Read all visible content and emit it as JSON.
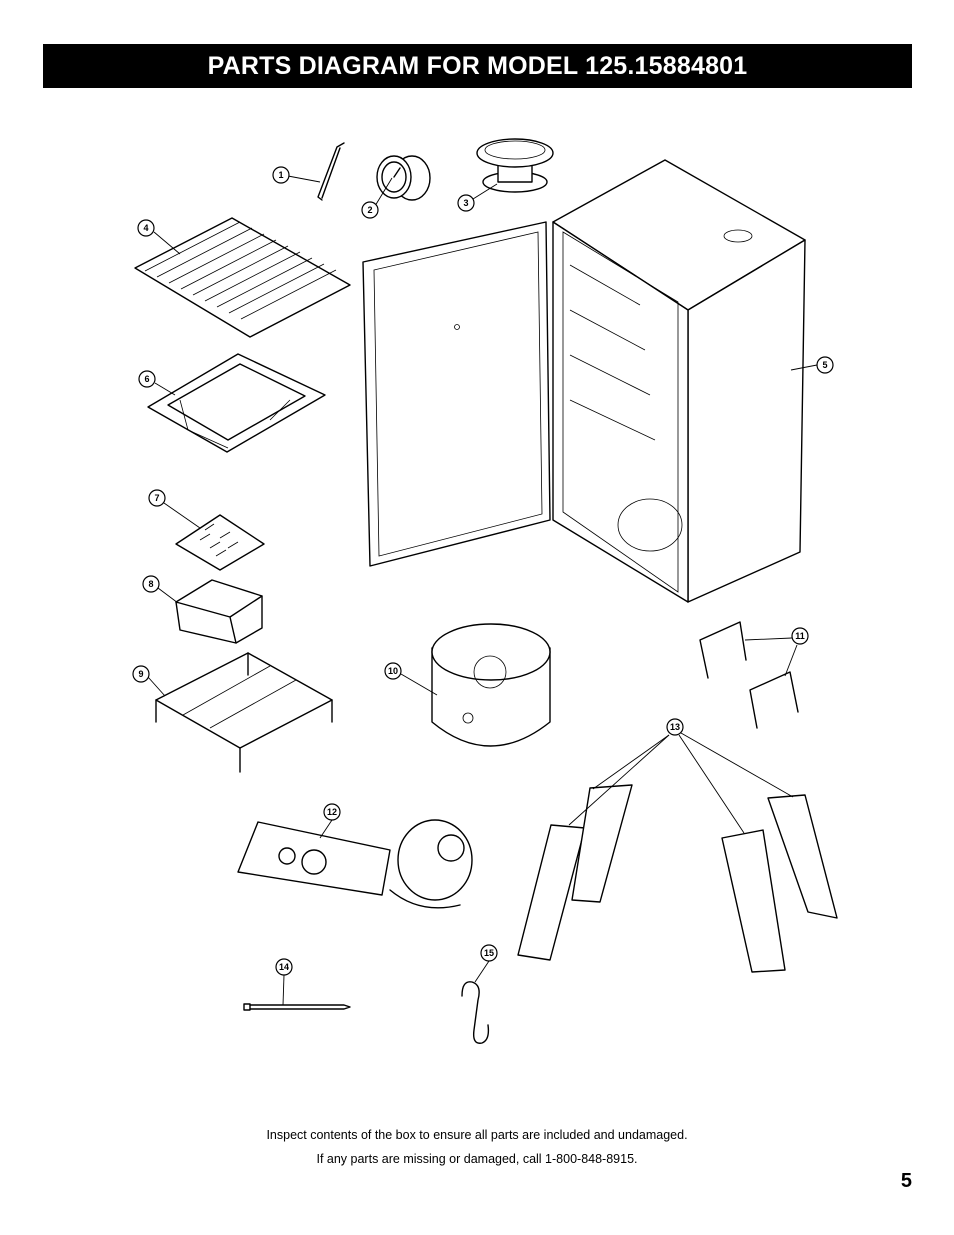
{
  "header": {
    "title": "PARTS DIAGRAM FOR MODEL 125.15884801"
  },
  "callouts": [
    "1",
    "2",
    "3",
    "4",
    "5",
    "6",
    "7",
    "8",
    "9",
    "10",
    "11",
    "12",
    "13",
    "14",
    "15"
  ],
  "footer": {
    "line1": "Inspect contents of the box to ensure all parts are included and undamaged.",
    "line2": "If any parts are missing or damaged, call 1-800-848-8915."
  },
  "page_number": "5"
}
